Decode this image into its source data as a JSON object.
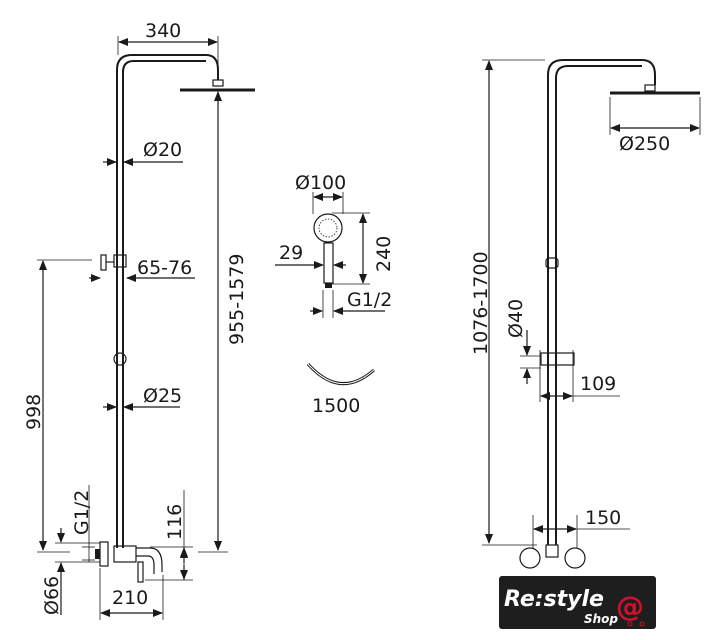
{
  "left_view": {
    "dims": {
      "head_reach": "340",
      "upper_pipe_dia": "Ø20",
      "holder_range": "65-76",
      "lower_pipe_dia": "Ø25",
      "total_height": "955-1579",
      "holder_height": "998",
      "inlet_thread": "G1/2",
      "escutcheon_dia": "Ø66",
      "spout_height": "116",
      "spout_reach": "210"
    }
  },
  "hand_shower": {
    "dims": {
      "head_dia": "Ø100",
      "handle_dia": "29",
      "length": "240",
      "thread": "G1/2"
    }
  },
  "hose": {
    "length": "1500"
  },
  "right_view": {
    "dims": {
      "head_dia": "Ø250",
      "total_height": "1076-1700",
      "holder_dia": "Ø40",
      "holder_depth": "109",
      "inlet_spacing": "150"
    }
  },
  "logo": {
    "brand": "Re:style",
    "sub": "Shop",
    "mark": "@",
    "accent": "#d0112b"
  }
}
